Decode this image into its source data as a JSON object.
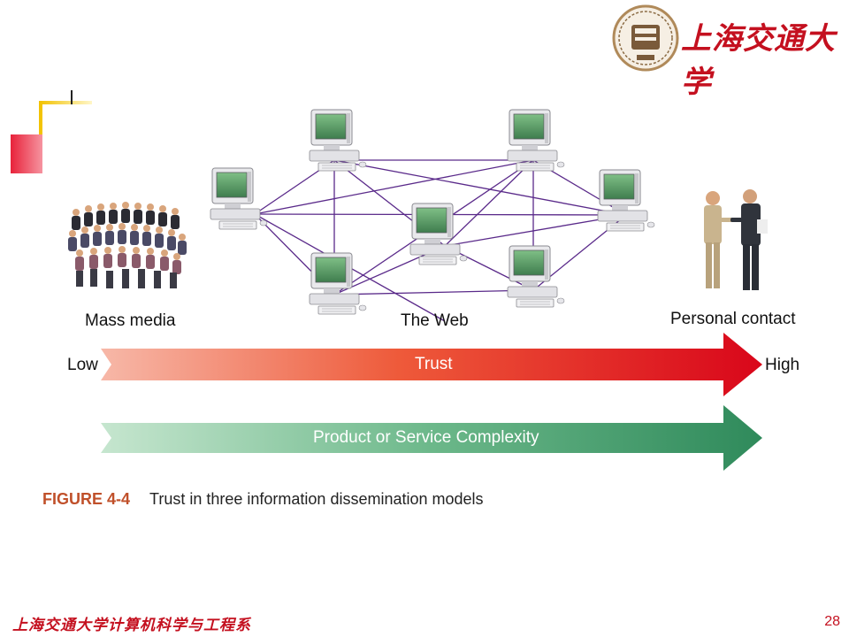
{
  "header": {
    "university_name": "上海交通大学"
  },
  "figure": {
    "labels": {
      "mass_media": "Mass media",
      "the_web": "The Web",
      "personal_contact": "Personal contact",
      "low": "Low",
      "high": "High"
    },
    "arrows": {
      "trust": "Trust",
      "complexity": "Product or Service Complexity"
    },
    "caption": {
      "number": "FIGURE 4-4",
      "text": "Trust in three information dissemination models"
    }
  },
  "footer": {
    "department": "上海交通大学计算机科学与工程系",
    "page_number": "28"
  },
  "colors": {
    "brand_red": "#c4101f",
    "trust_arrow_start": "#f7b8a8",
    "trust_arrow_end": "#d9061a",
    "complexity_arrow_start": "#c6e6cf",
    "complexity_arrow_end": "#2f8a5b",
    "network_line": "#5a2a8a"
  }
}
